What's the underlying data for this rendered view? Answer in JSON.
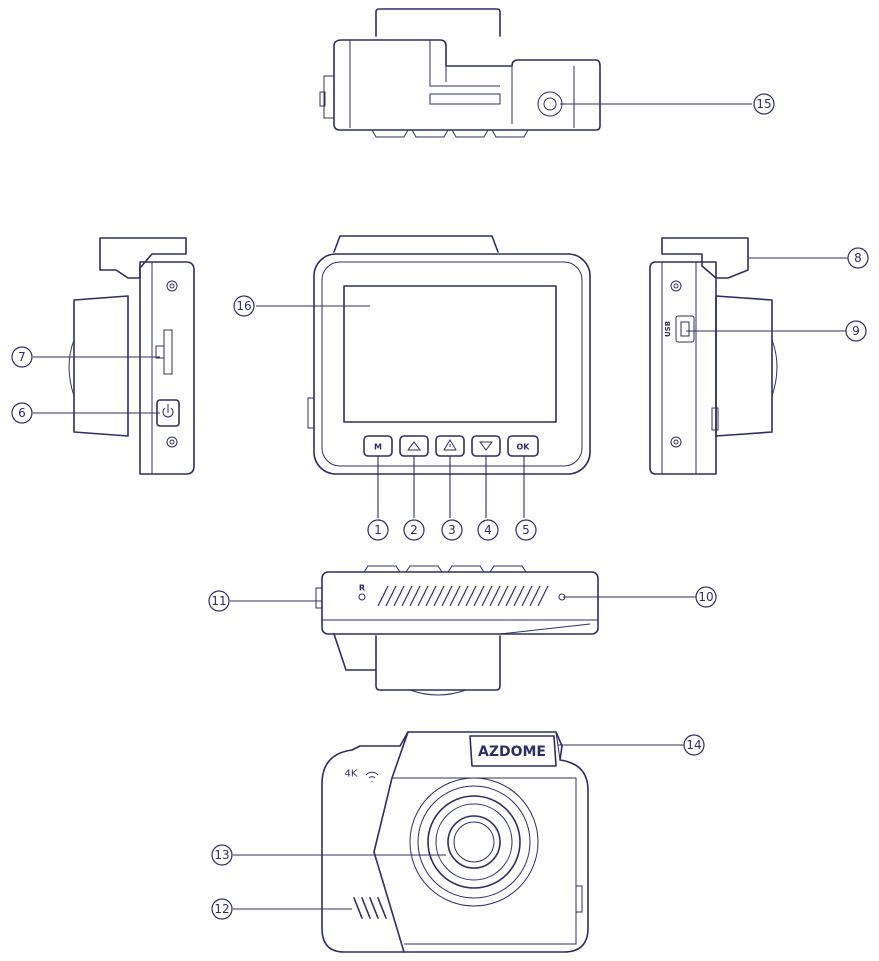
{
  "callouts": [
    {
      "id": "1",
      "label": "1"
    },
    {
      "id": "2",
      "label": "2"
    },
    {
      "id": "3",
      "label": "3"
    },
    {
      "id": "4",
      "label": "4"
    },
    {
      "id": "5",
      "label": "5"
    },
    {
      "id": "6",
      "label": "6"
    },
    {
      "id": "7",
      "label": "7"
    },
    {
      "id": "8",
      "label": "8"
    },
    {
      "id": "9",
      "label": "9"
    },
    {
      "id": "10",
      "label": "10"
    },
    {
      "id": "11",
      "label": "11"
    },
    {
      "id": "12",
      "label": "12"
    },
    {
      "id": "13",
      "label": "13"
    },
    {
      "id": "14",
      "label": "14"
    },
    {
      "id": "15",
      "label": "15"
    },
    {
      "id": "16",
      "label": "16"
    }
  ],
  "buttons": {
    "menu": "M",
    "ok": "OK"
  },
  "labels": {
    "brand": "AZDOME",
    "resolution": "4K",
    "usb": "USB",
    "reset": "R"
  },
  "colors": {
    "line": "#2d2d6b",
    "background": "#ffffff"
  }
}
